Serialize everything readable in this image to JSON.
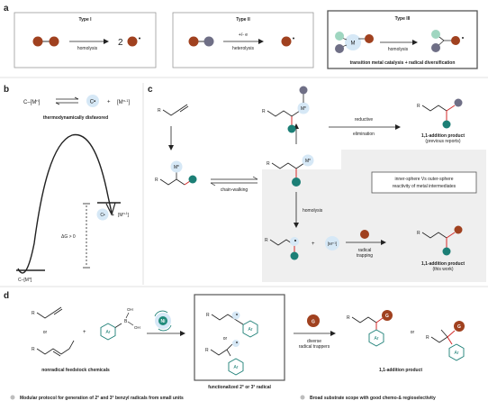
{
  "colors": {
    "rust": "#a0411f",
    "teal": "#1c7f76",
    "slate": "#6f6f86",
    "mint": "#9fd6c0",
    "metal_halo": "#d6e8f6",
    "bond_highlight": "#d42a2a",
    "panel_gray": "#efefef",
    "ni_green": "#1f8a7a"
  },
  "panel_a": {
    "letter": "a",
    "type1": {
      "title": "Type I",
      "product_coef": "2",
      "arrow_label": "homolysis"
    },
    "type2": {
      "title": "Type II",
      "arrow_top": "+/- e",
      "arrow_label": "heterolysis"
    },
    "type3": {
      "title": "Type III",
      "metal": "M",
      "arrow_label": "homolysis",
      "caption": "transition metal catalysis + radical diversification"
    }
  },
  "panel_b": {
    "letter": "b",
    "eq_left": "C–[M",
    "eq_left_sup": "n",
    "eq_left_end": "]",
    "eq_radical": "C•",
    "eq_plus": "+",
    "eq_right": "[M",
    "eq_right_sup": "n-1",
    "eq_right_end": "]",
    "caption": "thermodynamically disfavored",
    "dg_label": "ΔG > 0",
    "bottom_species": "C–[M",
    "bottom_species_sup": "n",
    "bottom_species_end": "]"
  },
  "panel_c": {
    "letter": "c",
    "metal_label": "M",
    "metal_sup": "n",
    "metal_right": "[M",
    "metal_right_sup": "n-1",
    "metal_right_end": "]",
    "chain_walking": "chain-walking",
    "reductive_elim_1": "reductive",
    "reductive_elim_2": "elimination",
    "homolysis": "homolysis",
    "radical_trapping_1": "radical",
    "radical_trapping_2": "trapping",
    "previous_title": "1,1-addition product",
    "previous_sub": "(previous reports)",
    "thiswork_title": "1,1-addition product",
    "thiswork_sub": "(this work)",
    "box_line1": "inner-sphere Vs outer-sphere",
    "box_line2": "reactivity of metal intermediates",
    "r_label": "R",
    "plus": "+"
  },
  "panel_d": {
    "letter": "d",
    "or_1": "or",
    "plus": "+",
    "ar": "Ar",
    "b_label": "B",
    "oh_label": "OH",
    "feedstock_label": "nonradical feedstock chemicals",
    "ni_label": "Ni",
    "box_caption": "functionalized 2° or 3° radical",
    "trap_label": "G",
    "trap_1": "diverse",
    "trap_2": "radical trappers",
    "product_label": "1,1-addition product",
    "or_2": "or",
    "r_label": "R",
    "bullet_1": "Modular protocol for generation of 2° and 3° benzyl radicals from small units",
    "bullet_2": "Broad substrate scope with good chemo-& regioselectivity"
  }
}
